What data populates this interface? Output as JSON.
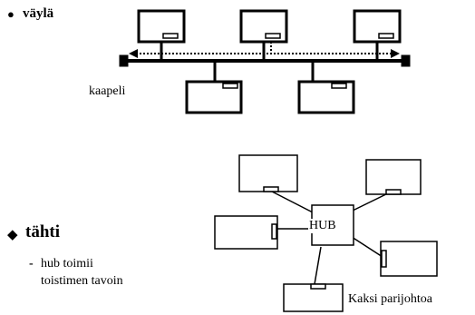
{
  "bus": {
    "bullet_symbol": "●",
    "title": "väylä",
    "cable_label": "kaapeli"
  },
  "star": {
    "bullet_symbol": "◆",
    "title": "tähti",
    "hub_label": "HUB",
    "note_dash": "-",
    "note_line1": "hub toimii",
    "note_line2": "toistimen tavoin",
    "twisted_pair_label": "Kaksi parijohtoa"
  },
  "colors": {
    "ink": "#000000",
    "background": "#ffffff"
  },
  "icons": [
    "computer-node-icon",
    "hub-icon",
    "bus-terminator-icon",
    "arrow-icon"
  ]
}
